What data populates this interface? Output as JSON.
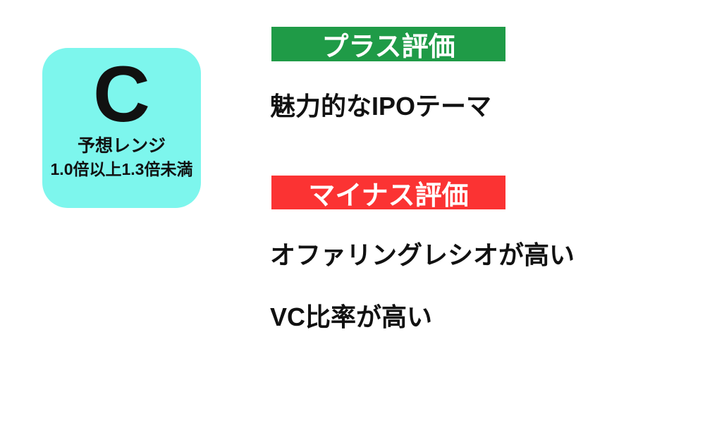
{
  "colors": {
    "page_bg": "#FFFFFF",
    "rating_bg": "#7DF6ED",
    "plus_banner_bg": "#1F9B47",
    "minus_banner_bg": "#FB3333",
    "banner_text": "#FFFFFF",
    "text": "#111111"
  },
  "rating_card": {
    "grade": "C",
    "range_label": "予想レンジ",
    "range_value": "1.0倍以上1.3倍未満"
  },
  "plus_section": {
    "banner": "プラス評価",
    "items": [
      "魅力的なIPOテーマ"
    ]
  },
  "minus_section": {
    "banner": "マイナス評価",
    "items": [
      "オファリングレシオが高い",
      "VC比率が高い"
    ]
  }
}
